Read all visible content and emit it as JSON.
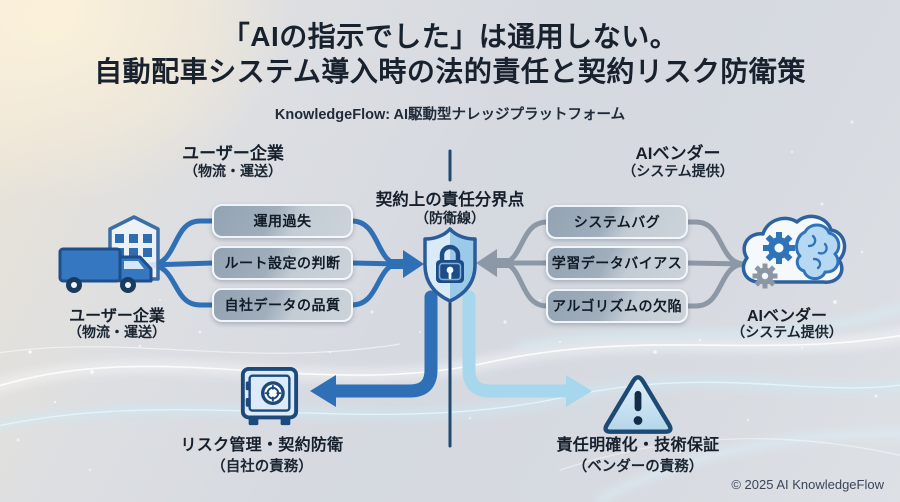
{
  "header": {
    "title_line1": "「AIの指示でした」は通用しない。",
    "title_line2": "自動配車システム導入時の法的責任と契約リスク防衛策",
    "subtitle": "KnowledgeFlow: AI駆動型ナレッジプラットフォーム"
  },
  "left_group": {
    "heading": "ユーザー企業",
    "subheading": "（物流・運送）",
    "icon": "building-truck-icon",
    "icon_label_line1": "ユーザー企業",
    "icon_label_line2": "（物流・運送）",
    "items": [
      "運用過失",
      "ルート設定の判断",
      "自社データの品質"
    ]
  },
  "center": {
    "heading": "契約上の責任分界点",
    "subheading": "（防衛線）",
    "icon": "shield-lock-icon"
  },
  "right_group": {
    "heading": "AIベンダー",
    "subheading": "（システム提供）",
    "icon": "cloud-ai-brain-icon",
    "icon_label_line1": "AIベンダー",
    "icon_label_line2": "（システム提供）",
    "items": [
      "システムバグ",
      "学習データバイアス",
      "アルゴリズムの欠陥"
    ]
  },
  "bottom_left": {
    "icon": "safe-vault-icon",
    "label_line1": "リスク管理・契約防衛",
    "label_line2": "（自社の責務）"
  },
  "bottom_right": {
    "icon": "warning-triangle-icon",
    "label_line1": "責任明確化・技術保証",
    "label_line2": "（ベンダーの責務）"
  },
  "footer": {
    "copyright": "© 2025 AI KnowledgeFlow"
  },
  "colors": {
    "accent_blue": "#2f6fb6",
    "light_blue": "#a6d7ec",
    "gray_arrow": "#8d98a6",
    "navy_line": "#21486e",
    "title_text": "#18222e"
  }
}
